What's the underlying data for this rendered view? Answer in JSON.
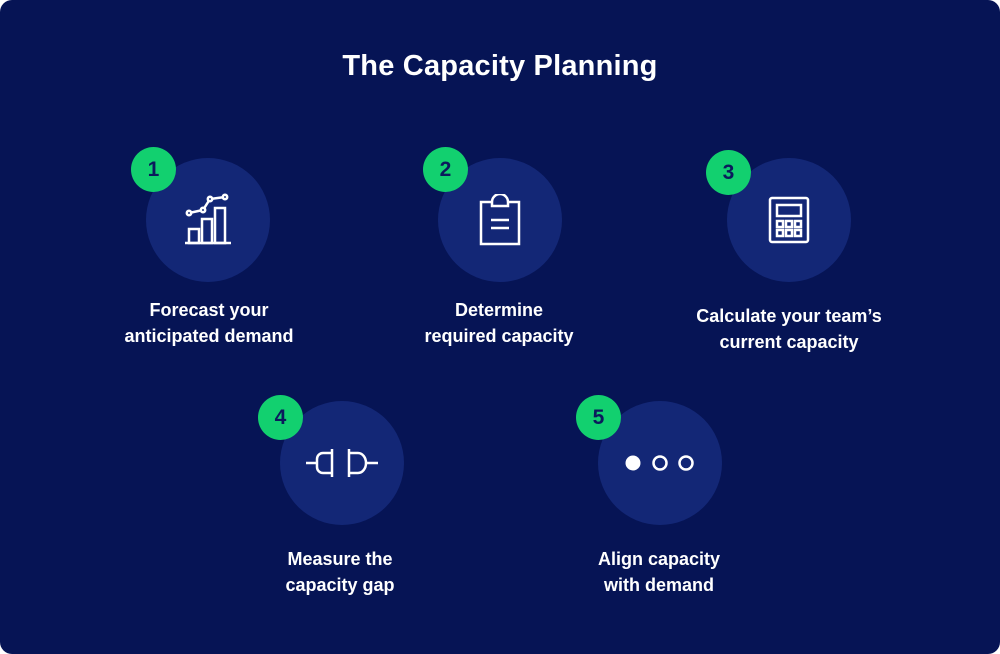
{
  "title": "The Capacity Planning",
  "colors": {
    "background": "#061455",
    "circle": "#132776",
    "badge": "#12d06f",
    "badge_text": "#0b1a5c",
    "text": "#ffffff"
  },
  "steps": [
    {
      "number": "1",
      "icon": "bar-chart-trend-icon",
      "label_lines": [
        "Forecast your",
        "anticipated demand"
      ]
    },
    {
      "number": "2",
      "icon": "clipboard-icon",
      "label_lines": [
        "Determine",
        "required capacity"
      ]
    },
    {
      "number": "3",
      "icon": "calculator-icon",
      "label_lines": [
        "Calculate your team’s",
        "current capacity"
      ]
    },
    {
      "number": "4",
      "icon": "unplugged-connector-icon",
      "label_lines": [
        "Measure the",
        "capacity gap"
      ]
    },
    {
      "number": "5",
      "icon": "progress-dots-icon",
      "label_lines": [
        "Align capacity",
        "with demand"
      ]
    }
  ]
}
